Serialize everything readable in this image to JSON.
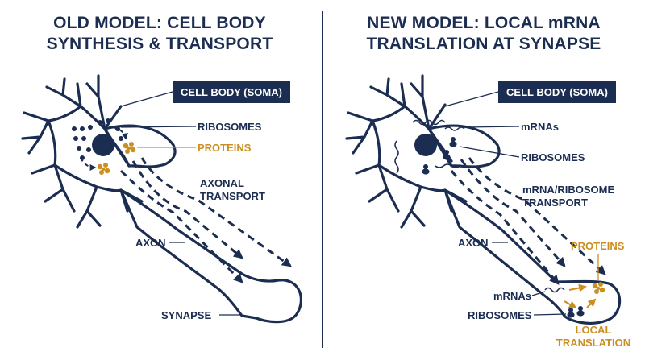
{
  "left": {
    "title_line1": "OLD MODEL: CELL BODY",
    "title_line2": "SYNTHESIS & TRANSPORT",
    "cell_body_box": "CELL BODY (SOMA)",
    "ribosomes": "RIBOSOMES",
    "proteins": "PROTEINS",
    "axonal_transport_line1": "AXONAL",
    "axonal_transport_line2": "TRANSPORT",
    "axon": "AXON",
    "synapse": "SYNAPSE"
  },
  "right": {
    "title_line1": "NEW MODEL: LOCAL mRNA",
    "title_line2": "TRANSLATION AT SYNAPSE",
    "cell_body_box": "CELL BODY (SOMA)",
    "mrnas_top": "mRNAs",
    "ribosomes_top": "RIBOSOMES",
    "transport_line1": "mRNA/RIBOSOME",
    "transport_line2": "TRANSPORT",
    "axon": "AXON",
    "proteins": "PROTEINS",
    "mrnas_bottom": "mRNAs",
    "ribosomes_bottom": "RIBOSOMES",
    "local_line1": "LOCAL",
    "local_line2": "TRANSLATION"
  },
  "colors": {
    "navy": "#1c2d52",
    "gold": "#cc8f1f",
    "background": "#ffffff"
  }
}
